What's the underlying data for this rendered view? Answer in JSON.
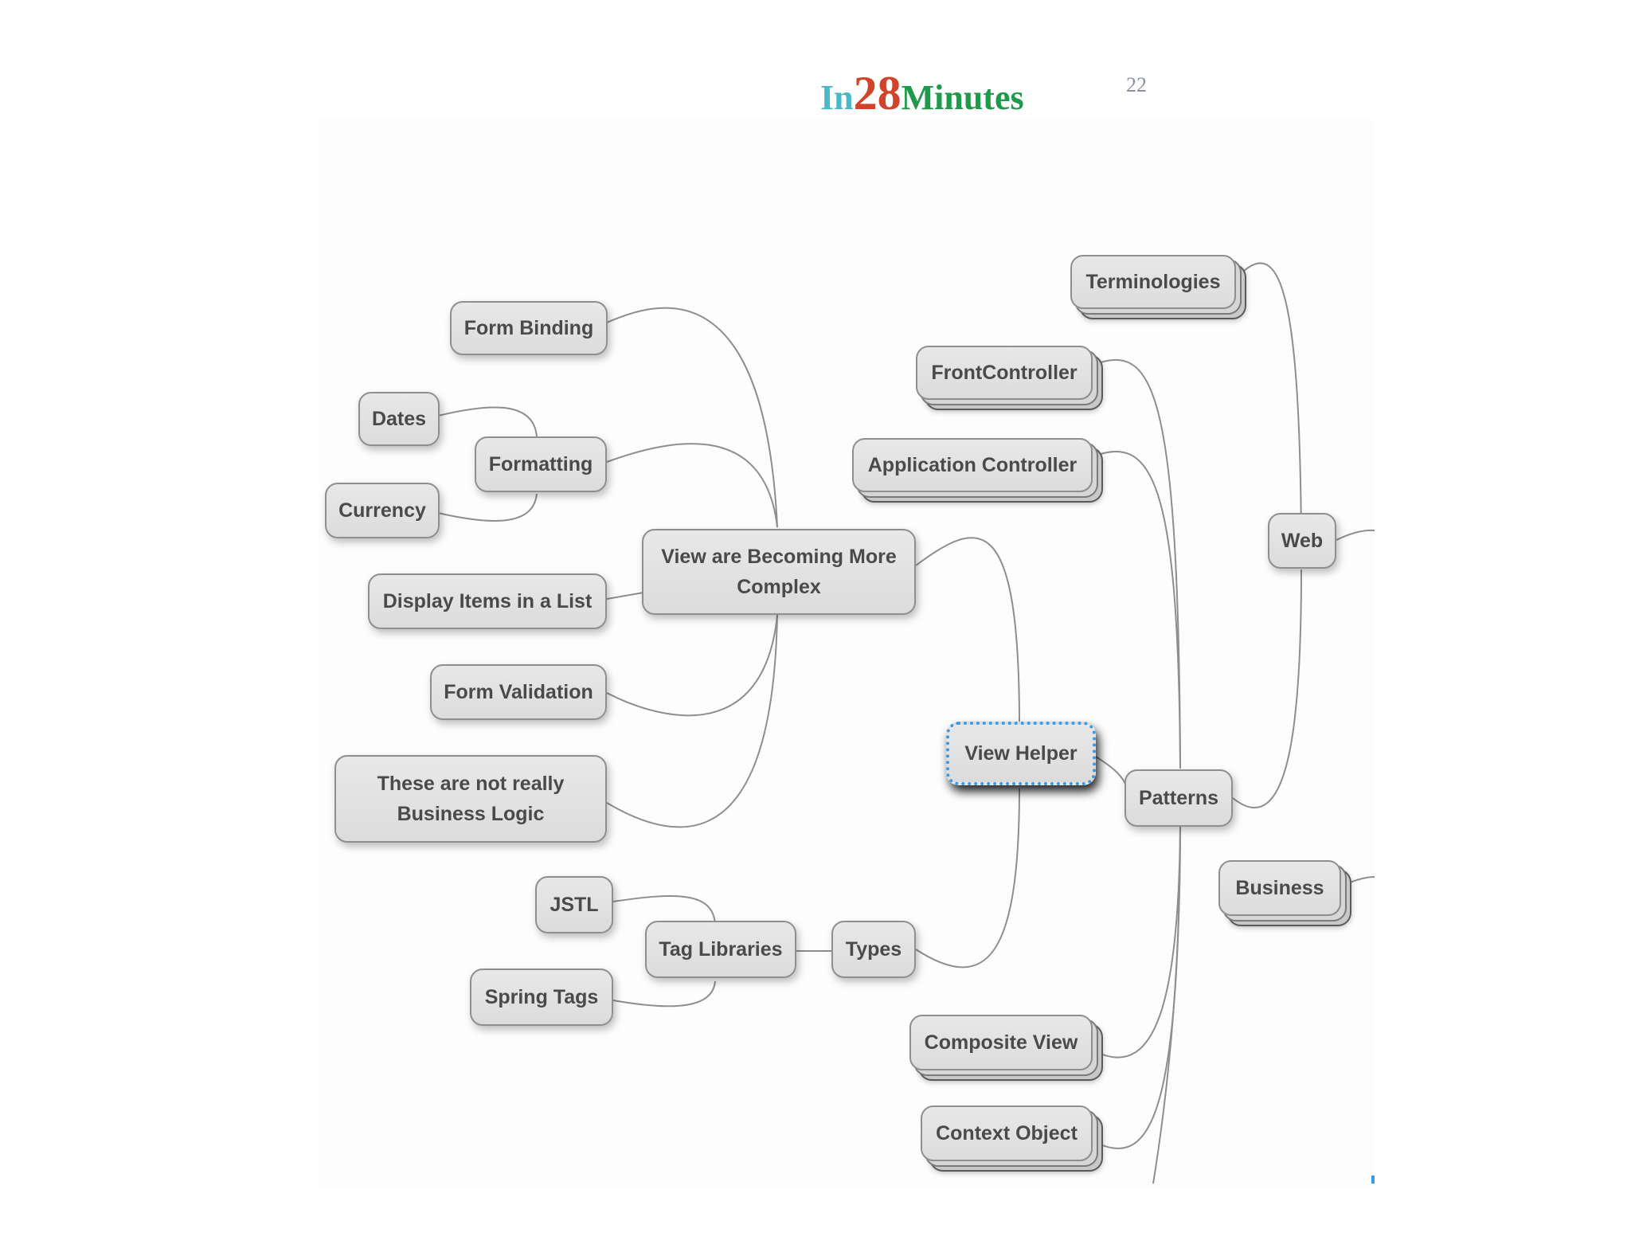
{
  "header": {
    "logo": {
      "part1": "In",
      "part2": "28",
      "part3": "Minutes"
    },
    "page_number": "22"
  },
  "mindmap": {
    "nodes": {
      "terminologies": "Terminologies",
      "form_binding": "Form Binding",
      "front_controller": "FrontController",
      "dates": "Dates",
      "formatting": "Formatting",
      "application_controller": "Application Controller",
      "currency": "Currency",
      "web": "Web",
      "views_complex": "View are Becoming More Complex",
      "display_items": "Display Items in a List",
      "form_validation": "Form Validation",
      "view_helper": "View Helper",
      "not_business_logic": "These are not really Business Logic",
      "patterns": "Patterns",
      "business": "Business",
      "jstl": "JSTL",
      "tag_libraries": "Tag Libraries",
      "types": "Types",
      "spring_tags": "Spring Tags",
      "composite_view": "Composite View",
      "context_object": "Context Object"
    },
    "colors": {
      "node_fill": "#e2e2e2",
      "node_border": "#8f8f8f",
      "node_text": "#4a4a4a",
      "edge": "#8e8e8e",
      "selected_border": "#3a9ae8"
    }
  }
}
